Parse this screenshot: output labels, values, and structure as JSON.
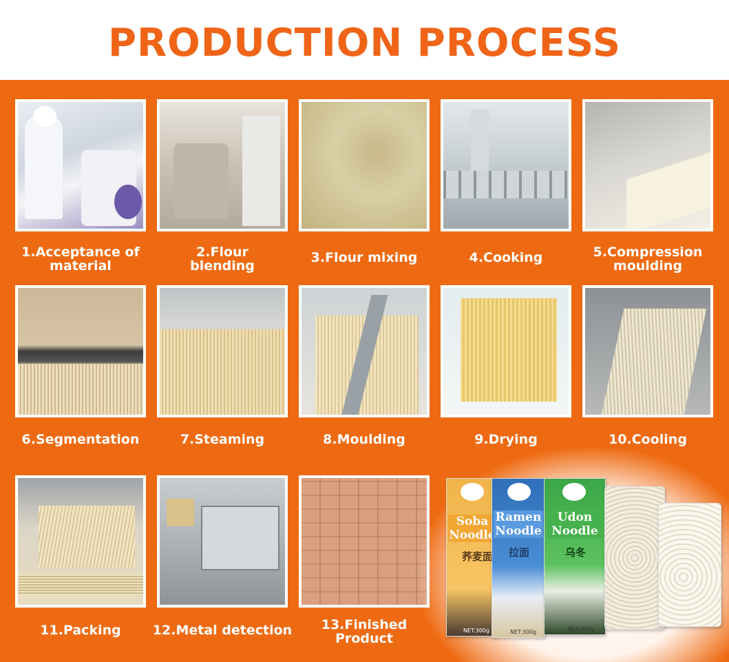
{
  "title": "PRODUCTION PROCESS",
  "colors": {
    "accent": "#ee6a12",
    "title": "#f06418",
    "caption": "#ffffff"
  },
  "steps": [
    {
      "caption": "1.Acceptance of material",
      "line1": "1.Acceptance of",
      "line2": "material"
    },
    {
      "caption": "2.Flour blending",
      "line1": "2.Flour",
      "line2": "blending"
    },
    {
      "caption": "3.Flour mixing",
      "line1": "3.Flour mixing",
      "line2": ""
    },
    {
      "caption": "4.Cooking",
      "line1": "4.Cooking",
      "line2": ""
    },
    {
      "caption": "5.Compression moulding",
      "line1": "5.Compression",
      "line2": "moulding"
    },
    {
      "caption": "6.Segmentation",
      "line1": "6.Segmentation",
      "line2": ""
    },
    {
      "caption": "7.Steaming",
      "line1": "7.Steaming",
      "line2": ""
    },
    {
      "caption": "8.Moulding",
      "line1": "8.Moulding",
      "line2": ""
    },
    {
      "caption": "9.Drying",
      "line1": "9.Drying",
      "line2": ""
    },
    {
      "caption": "10.Cooling",
      "line1": "10.Cooling",
      "line2": ""
    },
    {
      "caption": "11.Packing",
      "line1": "11.Packing",
      "line2": ""
    },
    {
      "caption": "12.Metal detection",
      "line1": "12.Metal detection",
      "line2": ""
    },
    {
      "caption": "13.Finished Product",
      "line1": "13.Finished",
      "line2": "Product"
    }
  ],
  "products": [
    {
      "label": "Soba Noodle",
      "word1": "Soba",
      "word2": "Noodle",
      "cjk": "荞麦面",
      "net": "NET:300g"
    },
    {
      "label": "Ramen Noodle",
      "word1": "Ramen",
      "word2": "Noodle",
      "cjk": "拉面",
      "net": "NET:300g"
    },
    {
      "label": "Udon Noodle",
      "word1": "Udon",
      "word2": "Noodle",
      "cjk": "乌冬",
      "net": "NET:300g"
    }
  ]
}
